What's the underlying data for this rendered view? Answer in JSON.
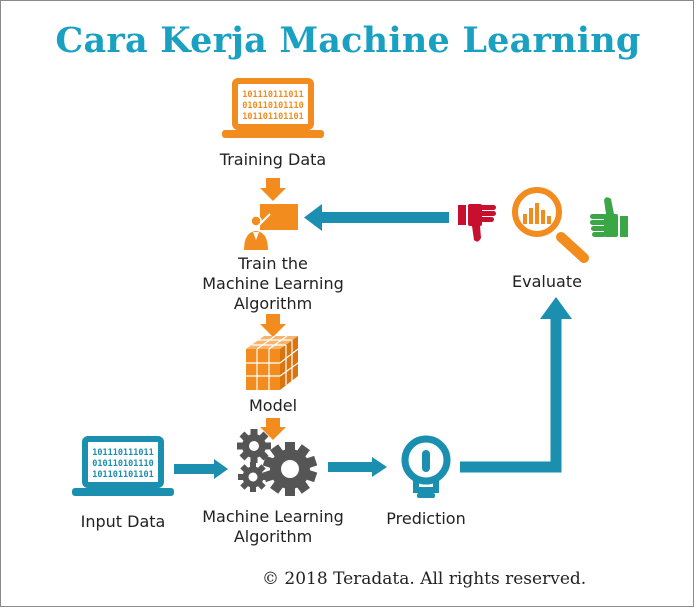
{
  "title": "Cara Kerja Machine Learning",
  "nodes": {
    "training_data": {
      "label": "Training Data",
      "binary": [
        "101110111011",
        "010110101110",
        "101101101101"
      ]
    },
    "train": {
      "label_lines": [
        "Train the",
        "Machine Learning",
        "Algorithm"
      ]
    },
    "model": {
      "label": "Model"
    },
    "input_data": {
      "label": "Input Data",
      "binary": [
        "101110111011",
        "010110101110",
        "101101101101"
      ]
    },
    "ml_algorithm": {
      "label_lines": [
        "Machine Learning",
        "Algorithm"
      ]
    },
    "prediction": {
      "label": "Prediction"
    },
    "evaluate": {
      "label": "Evaluate"
    }
  },
  "colors": {
    "orange": "#f28c1e",
    "teal": "#1a8fb0",
    "title": "#1aa1c2",
    "red": "#c8102e",
    "green": "#3aa646",
    "gray": "#555555"
  },
  "icons": [
    "laptop-icon",
    "presenter-icon",
    "cube-icon",
    "gears-icon",
    "lightbulb-icon",
    "magnifier-chart-icon",
    "thumbs-down-icon",
    "thumbs-up-icon"
  ],
  "copyright": "© 2018 Teradata. All rights reserved."
}
